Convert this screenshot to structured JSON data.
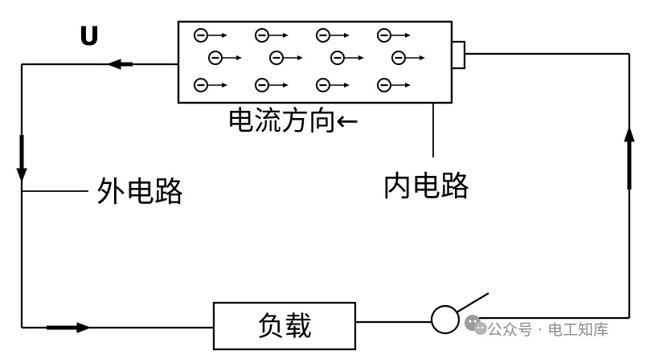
{
  "labels": {
    "voltage": "U",
    "current_direction": "电流方向←",
    "external_circuit": "外电路",
    "internal_circuit": "内电路",
    "load": "负载"
  },
  "watermark": {
    "text": "公众号 · 电工知库",
    "icon": "wechat-logo-icon"
  },
  "battery": {
    "charge_symbol": "minus-sign",
    "electron_rows": [
      4,
      4,
      4
    ]
  },
  "colors": {
    "line": "#000000",
    "background": "#ffffff",
    "watermark": "#8a8a8a"
  }
}
